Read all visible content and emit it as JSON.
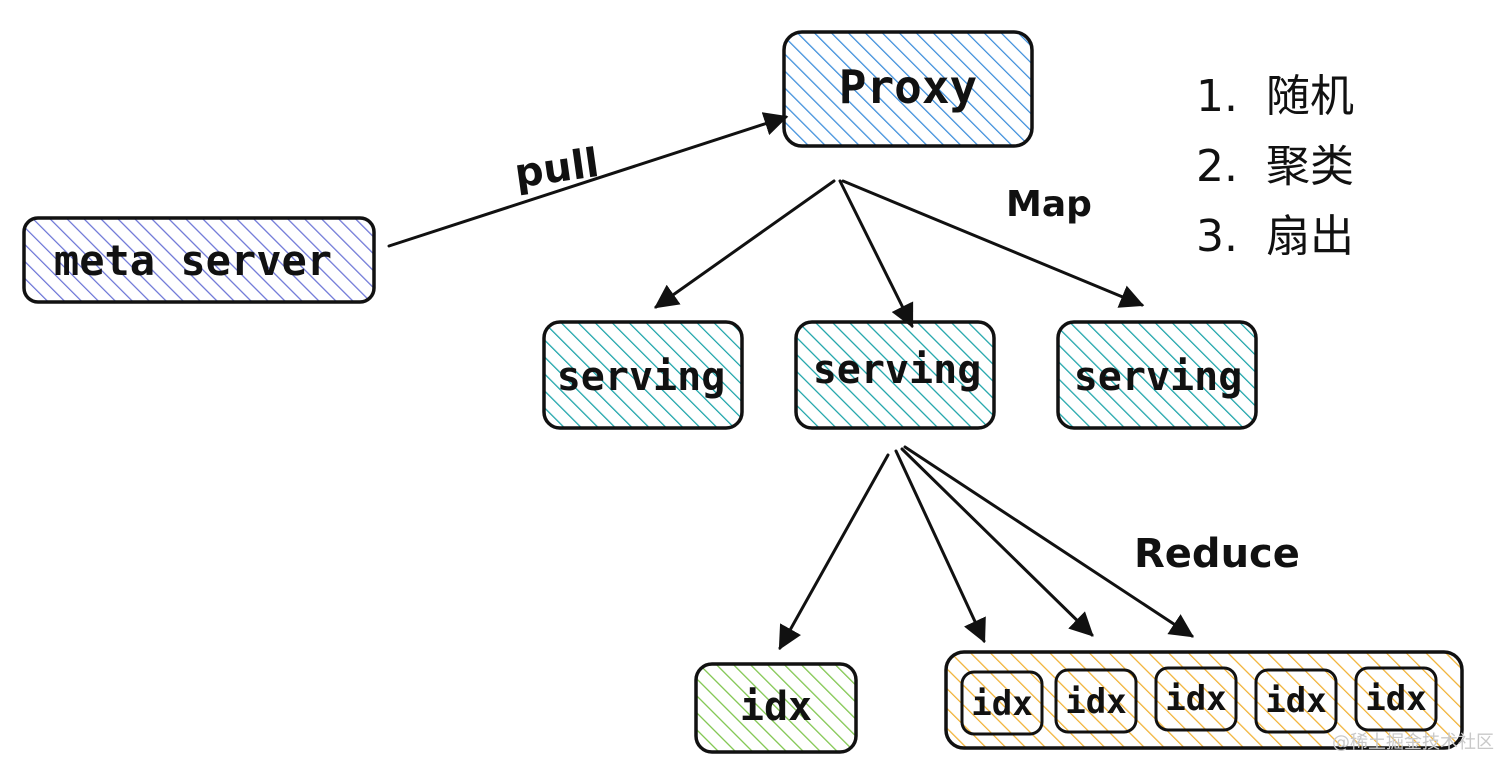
{
  "nodes": {
    "proxy": "Proxy",
    "meta_server": "meta server",
    "serving": [
      "serving",
      "serving",
      "serving"
    ],
    "idx_single": "idx",
    "idx_group": [
      "idx",
      "idx",
      "idx",
      "idx",
      "idx"
    ]
  },
  "edge_labels": {
    "pull": "pull",
    "map": "Map",
    "reduce": "Reduce"
  },
  "steps": [
    {
      "num": "1.",
      "text": "随机"
    },
    {
      "num": "2.",
      "text": "聚类"
    },
    {
      "num": "3.",
      "text": "扇出"
    }
  ],
  "watermark": "@稀土掘金技术社区",
  "colors": {
    "proxy": "#3b8ddb",
    "meta_server": "#6b74d6",
    "serving": "#1aa3a8",
    "idx_single": "#7cc44a",
    "idx_group": "#f0b134",
    "stroke": "#111111"
  }
}
